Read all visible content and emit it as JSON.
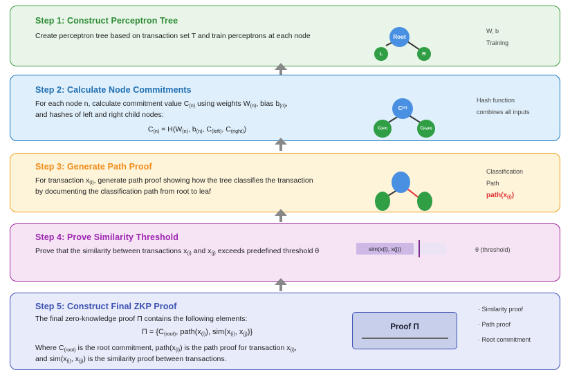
{
  "diagram": {
    "title_semantic": "zkp-perceptron-tree-proof-flow",
    "arrow_color": "#888888"
  },
  "steps": [
    {
      "id": "step1",
      "title": "Step 1: Construct Perceptron Tree",
      "body_lines": [
        "Create perceptron tree based on transaction set T and train perceptrons at each node"
      ],
      "accent": "#2e8b35",
      "fill": "#e9f5e9",
      "border": "#3e9b43",
      "side_labels": [
        "W, b",
        "Training"
      ],
      "tree": {
        "root_label": "Root",
        "left_label": "L",
        "right_label": "R"
      }
    },
    {
      "id": "step2",
      "title": "Step 2: Calculate Node Commitments",
      "body_lines": [
        "For each node n, calculate commitment value C(n) using weights W(n), bias b(n),",
        "and hashes of left and right child nodes:"
      ],
      "formula": "C(n) = H(W(n), b(n), C(left), C(right))",
      "accent": "#1f6fb2",
      "fill": "#dfeffb",
      "border": "#1f78c1",
      "side_labels": [
        "Hash function",
        "combines all inputs"
      ],
      "tree": {
        "root_label": "C(n)",
        "left_label": "C(left)",
        "right_label": "C(right)"
      }
    },
    {
      "id": "step3",
      "title": "Step 3: Generate Path Proof",
      "body_lines": [
        "For transaction x(i), generate path proof showing how the tree classifies the transaction",
        "by documenting the classification path from root to leaf"
      ],
      "accent": "#f08c1a",
      "fill": "#fdf4da",
      "border": "#f0a020",
      "side_labels": [
        "Classification",
        "Path"
      ],
      "side_highlight": "path(x(i))",
      "side_highlight_color": "#e03131",
      "tree": {
        "root_label": "",
        "left_label": "",
        "right_label": "",
        "highlight_edge": "right"
      }
    },
    {
      "id": "step4",
      "title": "Step 4: Prove Similarity Threshold",
      "body_lines": [
        "Prove that the similarity between transactions x(i) and x(j) exceeds predefined threshold θ"
      ],
      "accent": "#9c27b0",
      "fill": "#f6e4f5",
      "border": "#a32ba0",
      "side_labels": [
        "θ (threshold)"
      ],
      "bar": {
        "fill_label": "sim(x(i), x(j))",
        "fill_color": "#cdb8e6",
        "track_color": "#ece4f5",
        "threshold_color": "#7b2d8e"
      }
    },
    {
      "id": "step5",
      "title": "Step 5: Construct Final ZKP Proof",
      "body_lines": [
        "The final zero-knowledge proof Π contains the following elements:"
      ],
      "formula": "Π = {C(root), path(x(i)), sim(x(i), x(j))}",
      "body_lines_after": [
        "Where C(root) is the root commitment, path(x(i)) is the path proof for transaction x(i),",
        "and sim(x(i), x(j)) is the similarity proof between transactions."
      ],
      "accent": "#3a4fb0",
      "fill": "#e7ebfa",
      "border": "#3f51b5",
      "proof_box_label": "Proof Π",
      "bullets": [
        "· Similarity proof",
        "· Path proof",
        "· Root commitment"
      ]
    }
  ]
}
